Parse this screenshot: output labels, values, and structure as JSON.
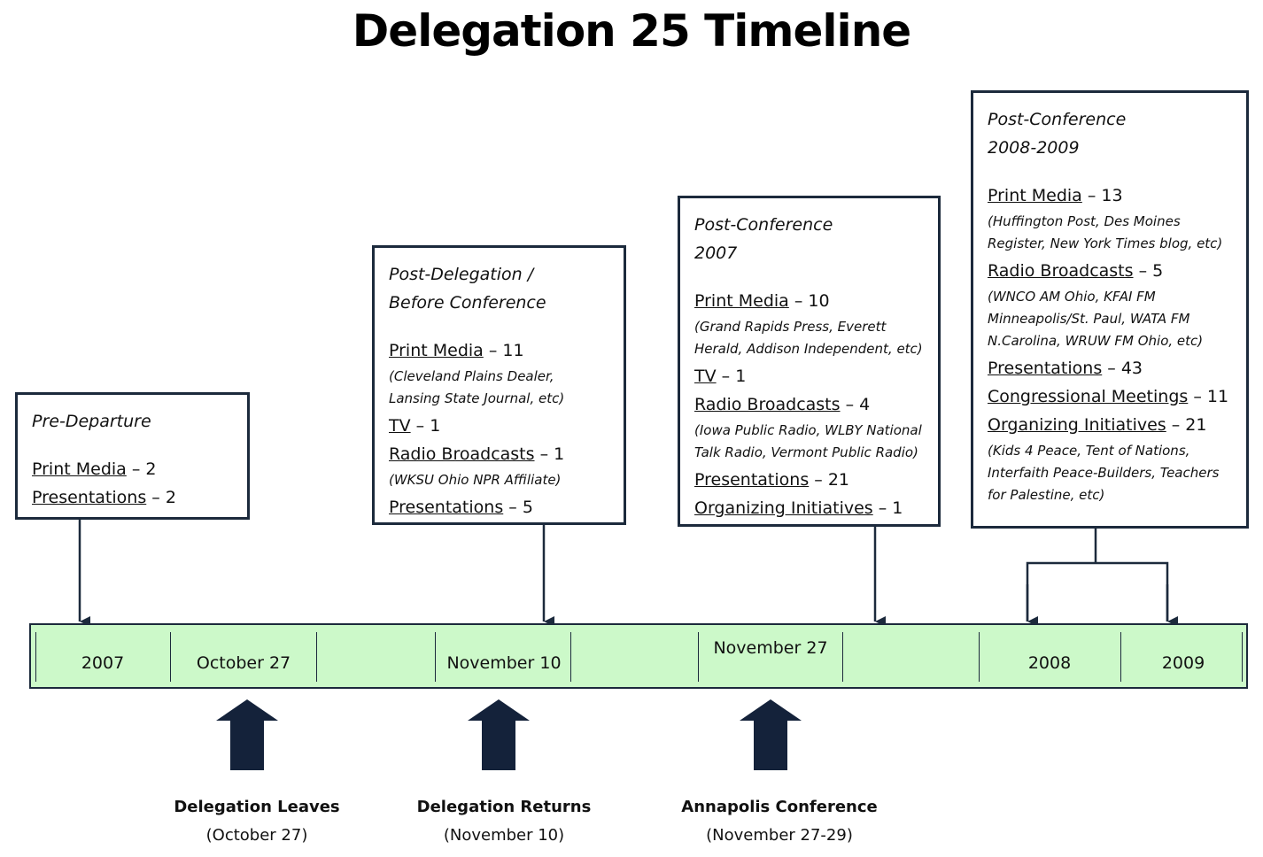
{
  "title": "Delegation 25 Timeline",
  "boxes": [
    {
      "id": "pre-departure",
      "heading": [
        "Pre-Departure"
      ],
      "rows": [
        {
          "label": "Print Media",
          "value": " – 2"
        },
        {
          "label": "Presentations",
          "value": " – 2"
        }
      ]
    },
    {
      "id": "post-delegation",
      "heading": [
        "Post-Delegation /",
        "Before Conference"
      ],
      "rows": [
        {
          "label": "Print Media",
          "value": " – 11",
          "note": "(Cleveland Plains Dealer, Lansing State Journal, etc)"
        },
        {
          "label": "TV",
          "value": " – 1"
        },
        {
          "label": "Radio Broadcasts",
          "value": " – 1",
          "note": "(WKSU Ohio NPR Affiliate)"
        },
        {
          "label": "Presentations",
          "value": " – 5"
        }
      ]
    },
    {
      "id": "post-conference-2007",
      "heading": [
        "Post-Conference",
        "2007"
      ],
      "rows": [
        {
          "label": "Print Media",
          "value": " – 10",
          "note": "(Grand Rapids Press, Everett Herald, Addison Independent, etc)"
        },
        {
          "label": "TV",
          "value": " – 1"
        },
        {
          "label": "Radio Broadcasts",
          "value": " – 4",
          "note": "(Iowa Public Radio, WLBY National Talk Radio, Vermont Public Radio)"
        },
        {
          "label": "Presentations",
          "value": " – 21"
        },
        {
          "label": "Organizing Initiatives",
          "value": " – 1"
        }
      ]
    },
    {
      "id": "post-conference-2008-2009",
      "heading": [
        "Post-Conference",
        "2008-2009"
      ],
      "rows": [
        {
          "label": "Print Media",
          "value": " – 13",
          "note": "(Huffington Post, Des Moines Register, New York Times blog, etc)"
        },
        {
          "label": "Radio Broadcasts",
          "value": " – 5",
          "note": "(WNCO AM Ohio, KFAI FM Minneapolis/St. Paul, WATA FM N.Carolina, WRUW FM Ohio, etc)"
        },
        {
          "label": "Presentations",
          "value": " – 43"
        },
        {
          "label": "Congressional Meetings",
          "value": " – 11"
        },
        {
          "label": "Organizing Initiatives",
          "value": " – 21",
          "note": "(Kids 4 Peace, Tent of Nations, Interfaith Peace-Builders, Teachers for Palestine, etc)"
        }
      ]
    }
  ],
  "timeline": {
    "labels": [
      "2007",
      "October 27",
      "November 10",
      "November 27",
      "2008",
      "2009"
    ]
  },
  "events": [
    {
      "name": "Delegation Leaves",
      "date": "(October 27)"
    },
    {
      "name": "Delegation Returns",
      "date": "(November 10)"
    },
    {
      "name": "Annapolis Conference",
      "date": "(November 27-29)"
    }
  ],
  "colors": {
    "bar_fill": "#ccf9c9",
    "line": "#1c2a3c",
    "arrow": "#14223a"
  }
}
